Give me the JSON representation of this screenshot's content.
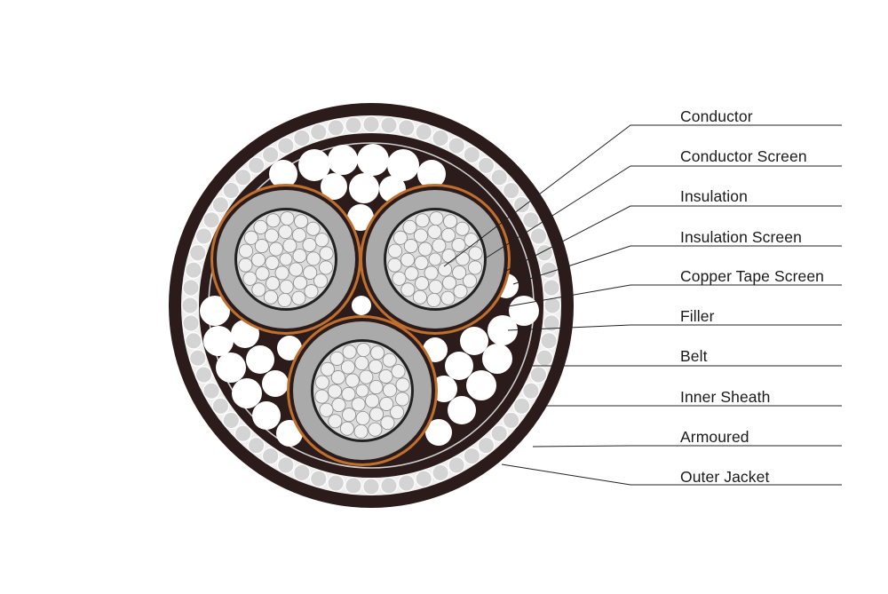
{
  "colors": {
    "outer_jacket": "#2b1b1b",
    "armour_bed": "#efefef",
    "armour_wire": "#d4d4d4",
    "inner_sheath": "#2b1b1b",
    "belt": "#cfcfcf",
    "filler": "#ffffff",
    "copper_tape": "#c0702e",
    "insulation": "#aaaaaa",
    "strand": "#efefef",
    "leader_line": "#222222"
  },
  "labels": [
    {
      "id": "conductor",
      "text": "Conductor"
    },
    {
      "id": "conductor-screen",
      "text": "Conductor Screen"
    },
    {
      "id": "insulation",
      "text": "Insulation"
    },
    {
      "id": "insulation-screen",
      "text": "Insulation Screen"
    },
    {
      "id": "copper-tape-screen",
      "text": "Copper Tape Screen"
    },
    {
      "id": "filler",
      "text": "Filler"
    },
    {
      "id": "belt",
      "text": "Belt"
    },
    {
      "id": "inner-sheath",
      "text": "Inner Sheath"
    },
    {
      "id": "armoured",
      "text": "Armoured"
    },
    {
      "id": "outer-jacket",
      "text": "Outer Jacket"
    }
  ]
}
